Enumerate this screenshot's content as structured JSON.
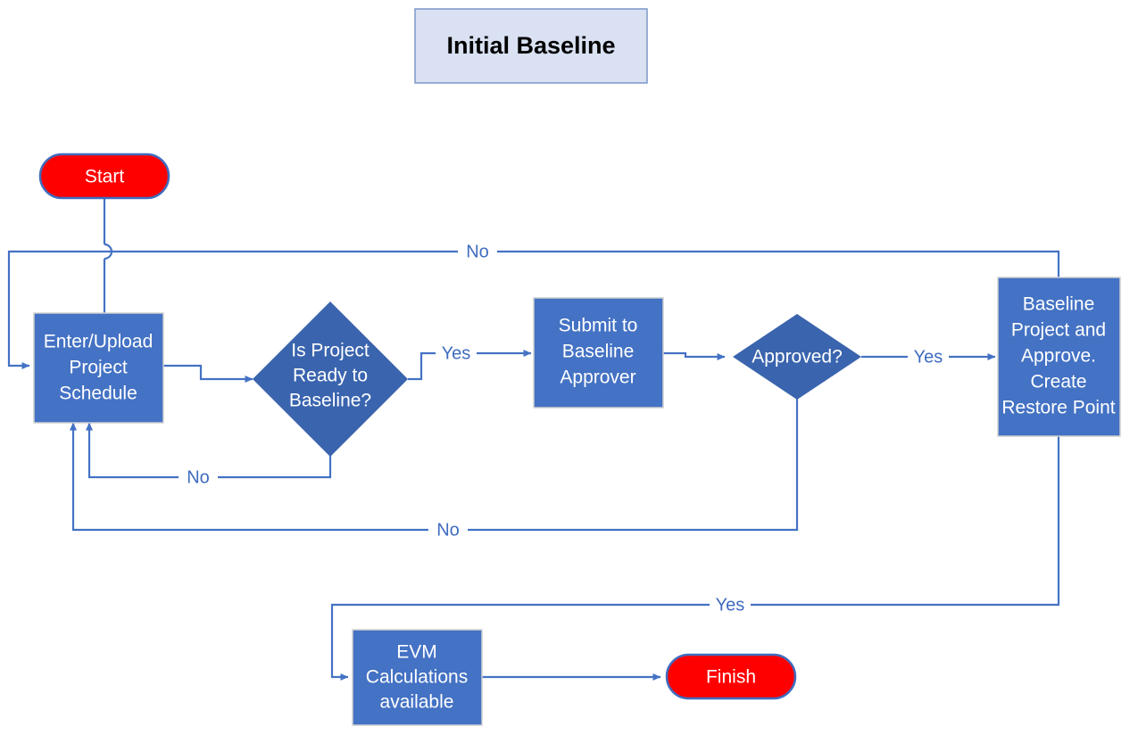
{
  "title": {
    "text": "Initial Baseline"
  },
  "nodes": {
    "start": {
      "label": "Start",
      "shape": "terminator",
      "color": "#FF0000"
    },
    "enter_upload": {
      "line1": "Enter/Upload",
      "line2": "Project",
      "line3": "Schedule",
      "shape": "process",
      "color": "#4472C4"
    },
    "ready_decision": {
      "line1": "Is Project",
      "line2": "Ready to",
      "line3": "Baseline?",
      "shape": "decision",
      "color": "#3A64AE"
    },
    "submit": {
      "line1": "Submit to",
      "line2": "Baseline",
      "line3": "Approver",
      "shape": "process",
      "color": "#4472C4"
    },
    "approved_decision": {
      "line1": "Approved?",
      "shape": "decision",
      "color": "#3A64AE"
    },
    "baseline": {
      "line1": "Baseline",
      "line2": "Project and",
      "line3": "Approve.",
      "line4": "Create",
      "line5": "Restore Point",
      "shape": "process",
      "color": "#4472C4"
    },
    "evm": {
      "line1": "EVM",
      "line2": "Calculations",
      "line3": "available",
      "shape": "process",
      "color": "#4472C4"
    },
    "finish": {
      "label": "Finish",
      "shape": "terminator",
      "color": "#FF0000"
    }
  },
  "edge_labels": {
    "no_top": "No",
    "yes_ready": "Yes",
    "no_ready": "No",
    "yes_approved": "Yes",
    "no_approved": "No",
    "yes_baseline": "Yes"
  },
  "colors": {
    "process_fill": "#4472C4",
    "decision_fill": "#3A64AE",
    "terminator_fill": "#FF0000",
    "connector": "#4472C4",
    "title_fill": "#D9E1F2",
    "title_stroke": "#7C97C9",
    "node_text": "#FFFFFF",
    "edge_text": "#3F6CBF"
  }
}
